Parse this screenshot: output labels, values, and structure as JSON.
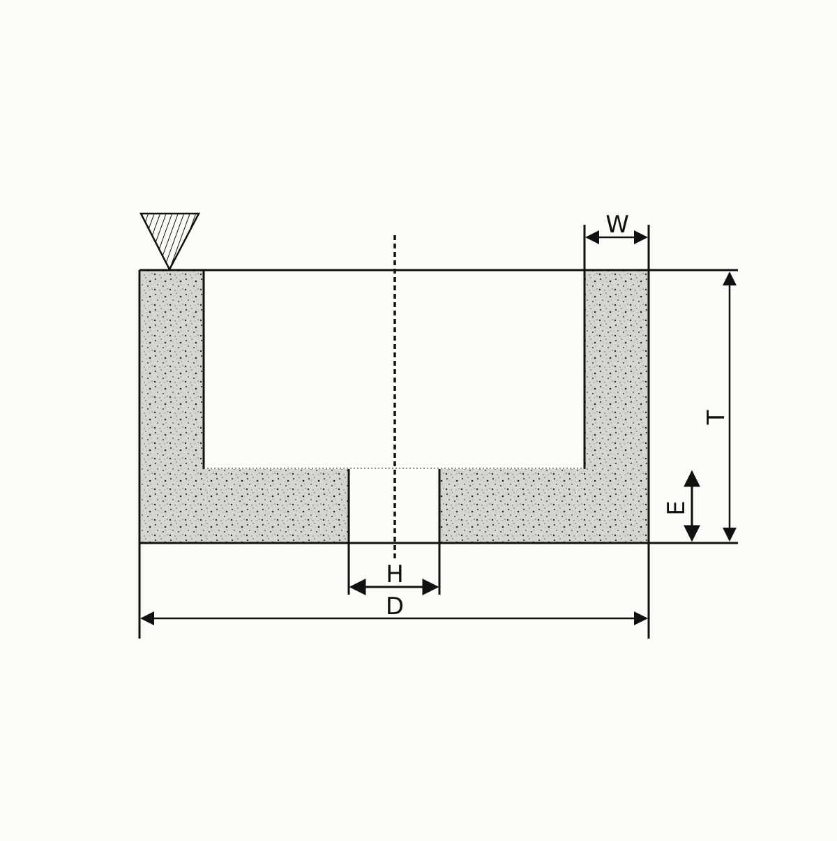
{
  "diagram": {
    "labels": {
      "w": "W",
      "t": "T",
      "e": "E",
      "h": "H",
      "d": "D"
    },
    "symbol": "triangle-marker",
    "colors": {
      "background": "#fbfbf7",
      "line": "#111111",
      "abrasive": "#c9c9c4"
    }
  }
}
